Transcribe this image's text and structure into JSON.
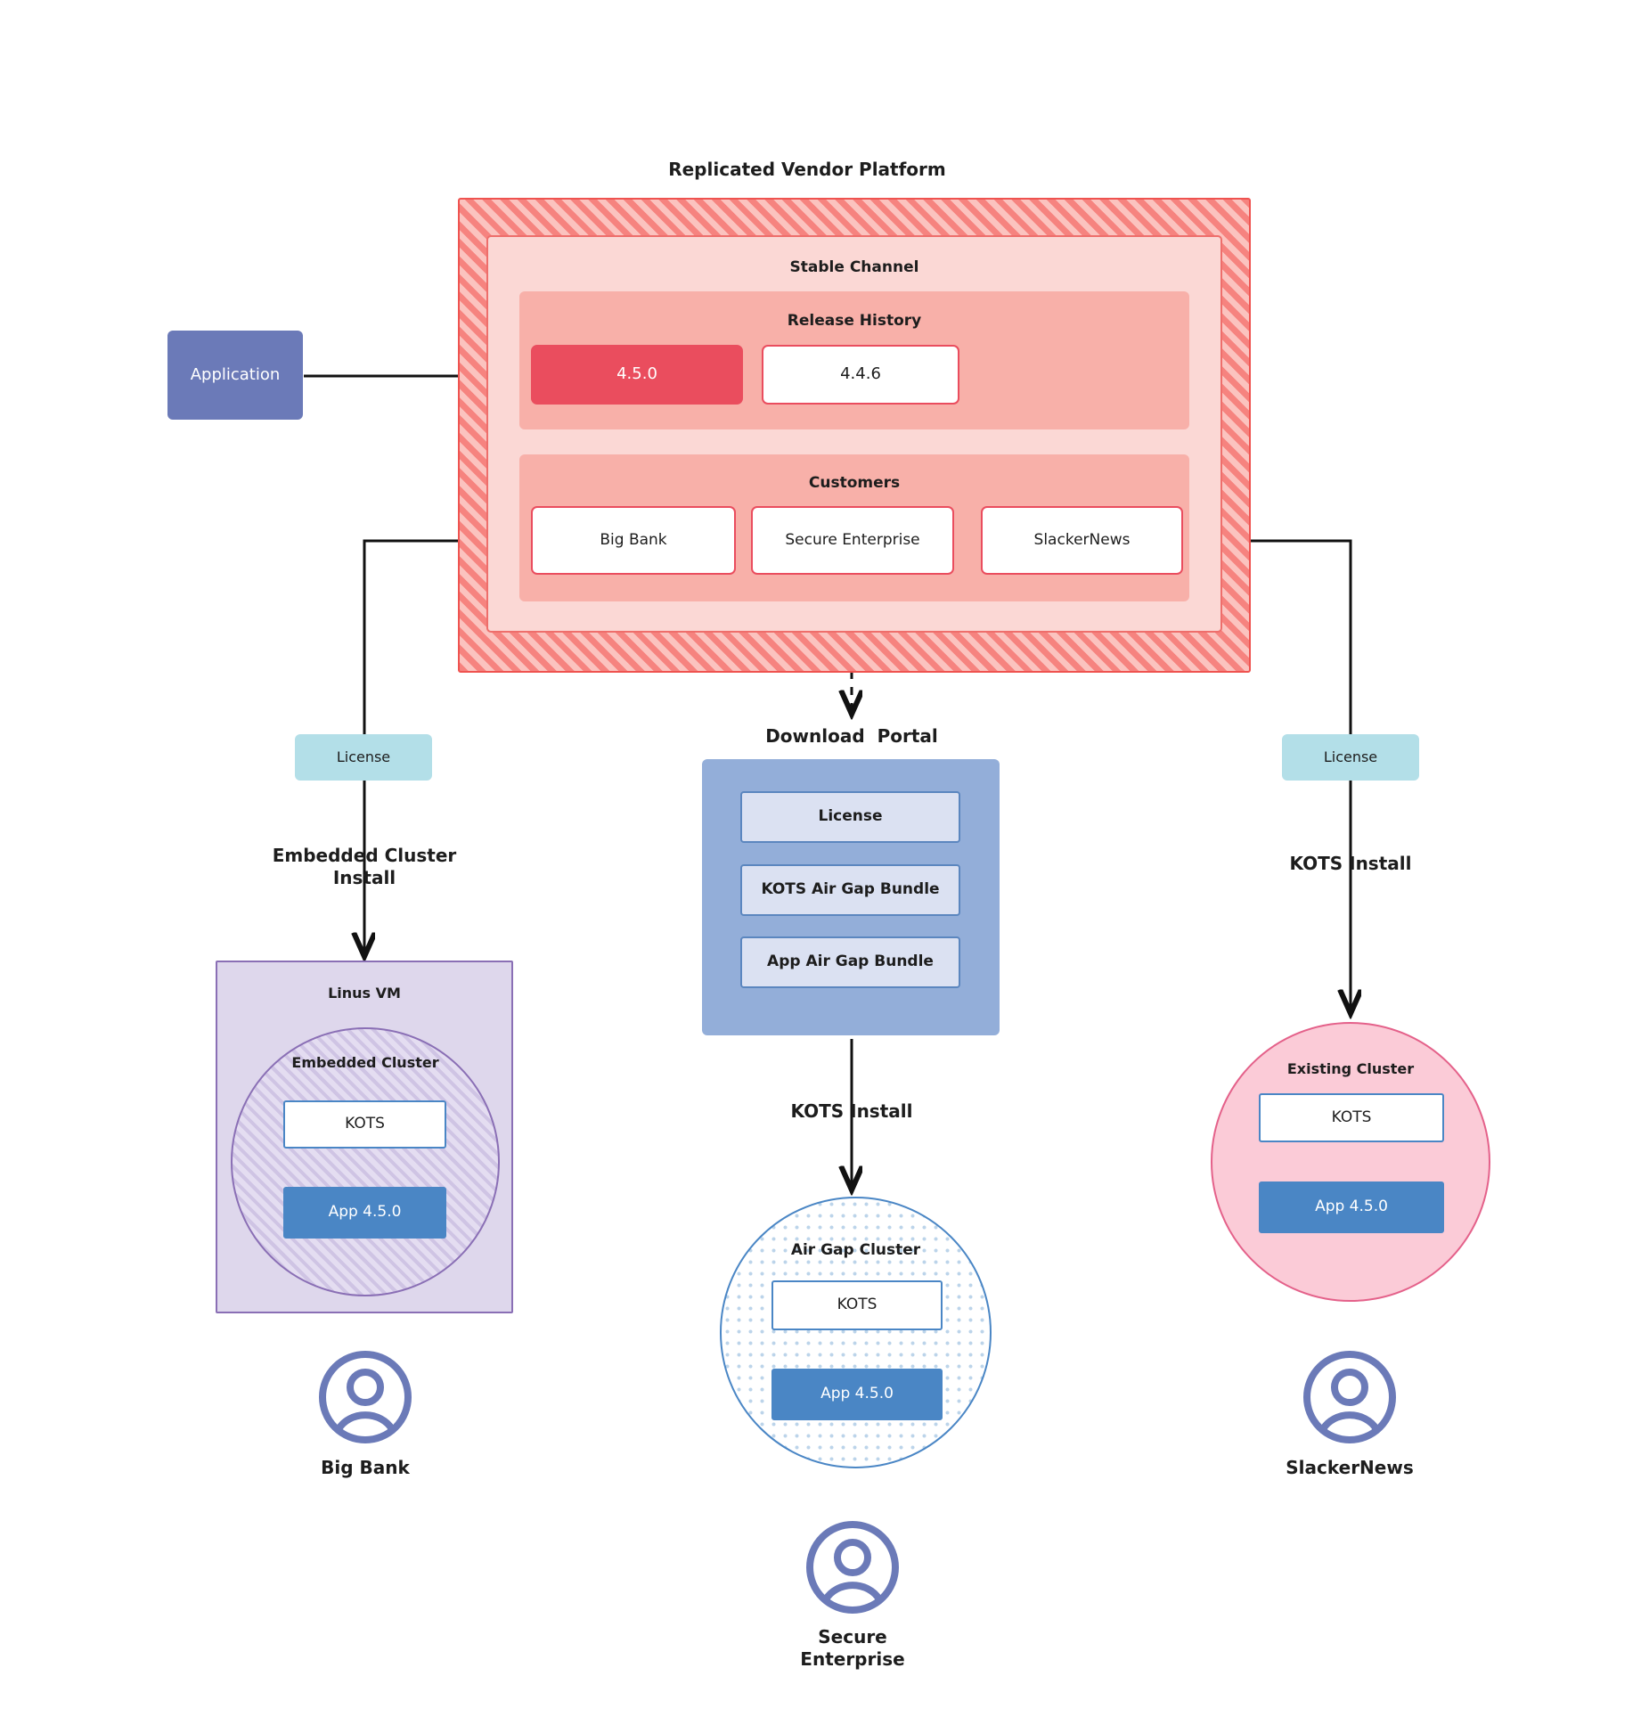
{
  "diagram": {
    "title": "Replicated Vendor Platform"
  },
  "application": {
    "label": "Application"
  },
  "vendor_platform": {
    "title": "Replicated Vendor Platform",
    "channel": {
      "title": "Stable Channel",
      "release_history": {
        "title": "Release History",
        "releases": [
          {
            "version": "4.5.0",
            "state": "current"
          },
          {
            "version": "4.4.6",
            "state": "previous"
          }
        ]
      },
      "customers": {
        "title": "Customers",
        "items": [
          {
            "name": "Big Bank"
          },
          {
            "name": "Secure\nEnterprise"
          },
          {
            "name": "SlackerNews"
          }
        ]
      }
    }
  },
  "left_branch": {
    "license_label": "License",
    "install_label": "Embedded Cluster\nInstall",
    "vm": {
      "title": "Linus VM",
      "cluster_title": "Embedded Cluster",
      "kots_label": "KOTS",
      "app_label": "App 4.5.0"
    },
    "customer_name": "Big Bank"
  },
  "middle_branch": {
    "portal_title": "Download  Portal",
    "portal_items": [
      {
        "label": "License"
      },
      {
        "label": "KOTS Air Gap Bundle"
      },
      {
        "label": "App Air Gap Bundle"
      }
    ],
    "install_label": "KOTS Install",
    "cluster": {
      "title": "Air Gap Cluster",
      "kots_label": "KOTS",
      "app_label": "App 4.5.0"
    },
    "customer_name": "Secure\nEnterprise"
  },
  "right_branch": {
    "license_label": "License",
    "install_label": "KOTS Install",
    "cluster": {
      "title": "Existing Cluster",
      "kots_label": "KOTS",
      "app_label": "App 4.5.0"
    },
    "customer_name": "SlackerNews"
  },
  "colors": {
    "platform_stripe": "#f6837f",
    "release_current": "#ea4d5e",
    "customer_border": "#ea4d5e",
    "application": "#6b7ab8",
    "license_chip": "#b3dfe8",
    "app_box": "#4a86c5",
    "portal_bg": "#93aed9",
    "portal_item": "#dbe1f2",
    "vm_bg": "#ded7ec",
    "vm_border": "#8a6fb5",
    "existing_cluster": "#fbcbd7",
    "existing_cluster_border": "#e4618a",
    "avatar": "#6b7ab8"
  }
}
